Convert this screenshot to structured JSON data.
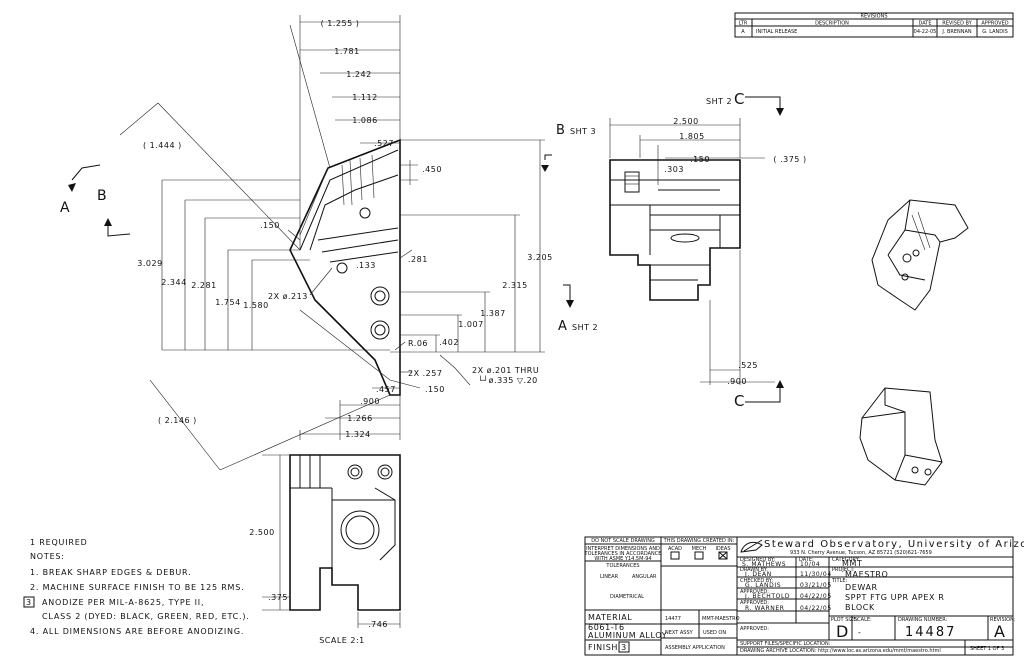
{
  "revisions": {
    "title": "REVISIONS",
    "headers": [
      "LTR",
      "DESCRIPTION",
      "DATE",
      "REVISED BY",
      "APPROVED"
    ],
    "row": [
      "A",
      "INITIAL RELEASE",
      "04-22-05",
      "J. BRENNAN",
      "G. LANDIS"
    ]
  },
  "left_view": {
    "dims_top": [
      "( 1.255 )",
      "1.781",
      "1.242",
      "1.112",
      "1.086",
      ".527",
      ".450"
    ],
    "dims_left": [
      "( 1.444 )",
      "3.029",
      "2.344",
      "2.281",
      "1.754",
      "1.580"
    ],
    "dims_right": [
      "3.205",
      "2.315",
      "1.387",
      "1.007",
      ".402"
    ],
    "dims_inner": [
      ".150",
      "2X ø.213",
      ".133",
      ".281",
      "R.06"
    ],
    "dims_bottom": [
      "2X .257",
      ".457",
      ".150",
      ".900",
      "1.266",
      "1.324",
      "( 2.146 )"
    ],
    "hole_note_1": "2X ø.201 THRU",
    "hole_note_2": "└┘ø.335 ▽.20",
    "section_a": "A",
    "section_b": "B",
    "label_b_sht": "B",
    "label_b_sht_text": "SHT 3",
    "label_a_sht": "A",
    "label_a_sht_text": "SHT 2"
  },
  "right_view": {
    "label_c_top": "C",
    "label_c_top_text": "SHT 2",
    "label_c_bottom": "C",
    "dims": [
      "2.500",
      "1.805",
      ".150",
      "( .375 )",
      ".303",
      ".525",
      ".900"
    ]
  },
  "bottom_view": {
    "dims": [
      "2.500",
      ".375",
      ".746"
    ],
    "scale": "SCALE 2:1"
  },
  "notes": {
    "lines": [
      "1 REQUIRED",
      "NOTES:",
      "1. BREAK SHARP EDGES & DEBUR.",
      "2. MACHINE SURFACE FINISH TO BE 125 RMS.",
      "ANODIZE PER MIL-A-8625, TYPE II,",
      "CLASS 2 (DYED: BLACK, GREEN, RED, ETC.).",
      "4. ALL DIMENSIONS ARE BEFORE ANODIZING."
    ],
    "boxed_number": "3"
  },
  "title_block": {
    "do_not_scale": "DO NOT SCALE DRAWING",
    "interpret": [
      "INTERPRET DIMENSIONS AND",
      "TOLERANCES IN ACCORDANCE",
      "WITH ASME Y14.5M-94"
    ],
    "created_in": "THIS DRAWING CREATED IN:",
    "cad_options": [
      "ACAD",
      "MECH",
      "IDEAS"
    ],
    "tolerances": "TOLERANCES",
    "linear": "LINEAR",
    "angular": "ANGULAR",
    "diametral": "DIAMETRICAL",
    "material_label": "MATERIAL",
    "material": [
      "6061-T6",
      "ALUMINUM ALLOY"
    ],
    "finish_label": "FINISH",
    "finish_box": "3",
    "part_qty": "14477",
    "next_assy_label": "NEXT ASSY",
    "used_on_label": "USED ON",
    "assy_mmt": "MMT-MAESTRO",
    "assembly_app": "ASSEMBLY APPLICATION",
    "org_name": "Steward Observatory, University of Arizona",
    "org_address": "933 N. Cherry Avenue, Tucson, AZ 85721  (520)621-7659",
    "roles": [
      {
        "label": "DESIGNED BY:",
        "name": "S. MATHEWS",
        "date_label": "DATE:",
        "date": "10/04"
      },
      {
        "label": "DRAWN BY:",
        "name": "J. DEAN",
        "date": "11/30/04"
      },
      {
        "label": "CHECKED BY:",
        "name": "G. LANDIS",
        "date": "03/21/05"
      },
      {
        "label": "APPROVED:",
        "name": "J. BECHTOLD",
        "date": "04/22/05"
      },
      {
        "label": "APPROVED:",
        "name": "R. WARNER",
        "date": "04/22/05"
      },
      {
        "label": "APPROVED:",
        "name": "",
        "date": ""
      }
    ],
    "category_label": "CATEGORY:",
    "category": "MMT",
    "project_label": "PROJECT:",
    "project": "MAESTRO",
    "title_label": "TITLE:",
    "title_lines": [
      "DEWAR",
      "SPPT FTG UPR APEX R",
      "BLOCK"
    ],
    "plot_size_label": "PLOT SIZE:",
    "plot_size": "D",
    "scale_label": "SCALE:",
    "scale": "-",
    "drawing_number_label": "DRAWING NUMBER:",
    "drawing_number": "14487",
    "revision_label": "REVISION:",
    "revision": "A",
    "sheet": "SHEET 1 OF 3",
    "support_files": "SUPPORT FILES/SPECIFIC LOCATION:",
    "archive": "DRAWING ARCHIVE LOCATION: http://www.loc.as.arizona.edu/mmt/maestro.html"
  }
}
